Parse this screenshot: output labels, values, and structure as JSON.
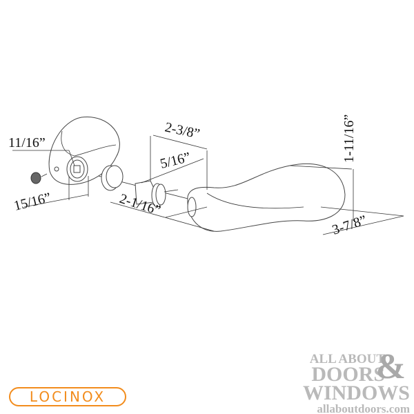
{
  "diagram": {
    "dimensions": {
      "knob_bore": "11/16”",
      "knob_depth": "15/16”",
      "spindle_length": "2-3/8”",
      "spindle_offset": "5/16”",
      "rose_to_lever": "2-1/16”",
      "lever_height": "1-11/16”",
      "lever_length": "3-7/8”"
    }
  },
  "logos": {
    "brand": "LOCINOX",
    "brand_color": "#f28c1c",
    "retailer": {
      "line1": "ALL ABOUT",
      "line2": "DOORS",
      "ampersand": "&",
      "line3": "WINDOWS",
      "url": "allaboutdoors.com",
      "color": "#b9b9b9"
    }
  }
}
